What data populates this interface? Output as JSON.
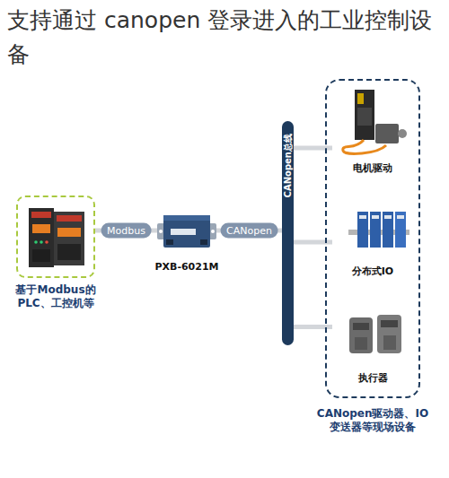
{
  "diagram": {
    "title": "支持通过 canopen 登录进入的工业控制设备",
    "nodes": [
      {
        "text": [
          "基于Modbus的 PLC、工控机等"
        ]
      },
      {
        "text": [
          "PXB-6021M"
        ]
      },
      {
        "text": [
          "CANopen总线"
        ]
      },
      {
        "text": [
          "CANopen驱动器、IO 变送器等现场设备"
        ]
      },
      {
        "text": [
          "电机驱动"
        ],
        "in": 3
      },
      {
        "text": [
          "分布式IO"
        ],
        "in": 3
      },
      {
        "text": [
          "执行器"
        ],
        "in": 3
      }
    ],
    "edges": [
      {
        "from": 0,
        "to": 1,
        "label": "Modbus",
        "arrow": "none"
      },
      {
        "from": 1,
        "to": 2,
        "label": "CANopen",
        "arrow": "none"
      },
      {
        "from": 2,
        "to": 4,
        "arrow": "none"
      },
      {
        "from": 2,
        "to": 5,
        "arrow": "none"
      },
      {
        "from": 2,
        "to": 6,
        "arrow": "none"
      }
    ]
  }
}
